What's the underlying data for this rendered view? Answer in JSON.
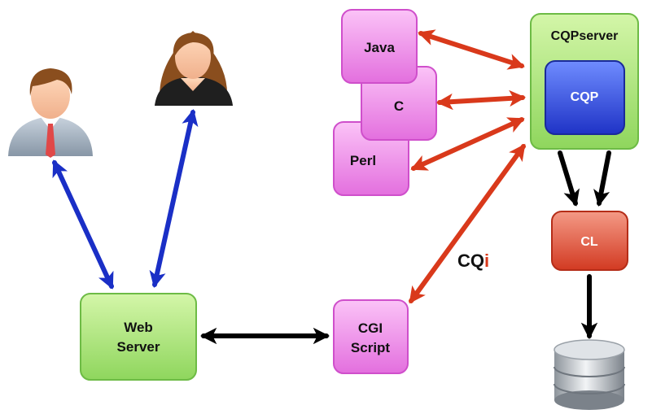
{
  "nodes": {
    "java": "Java",
    "c": "C",
    "perl": "Perl",
    "cqpserver": "CQPserver",
    "cqp": "CQP",
    "cl": "CL",
    "web_server_line1": "Web",
    "web_server_line2": "Server",
    "cgi_line1": "CGI",
    "cgi_line2": "Script"
  },
  "cqi_label": {
    "prefix": "CQ",
    "suffix": "i"
  },
  "colors": {
    "client_box": "#e98ae6",
    "server_box": "#a6e17a",
    "cqp_box": "#2a48d8",
    "cl_box": "#e05a43",
    "arrow_red": "#d9391b",
    "arrow_blue": "#1a2fc6",
    "arrow_black": "#000000"
  },
  "icons": [
    "male-user-icon",
    "female-user-icon",
    "database-icon"
  ]
}
